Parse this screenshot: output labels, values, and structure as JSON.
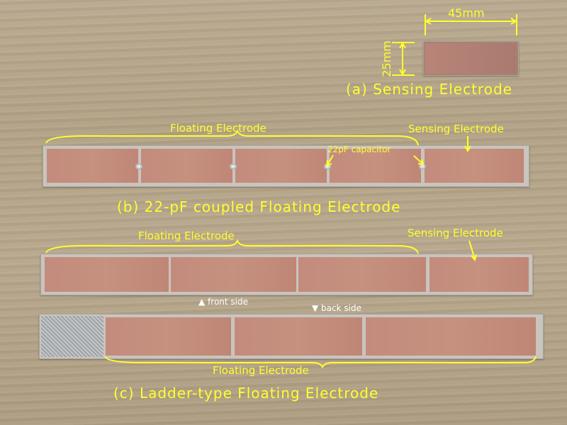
{
  "panel_a": {
    "width_label": "45mm",
    "height_label": "25mm",
    "caption": "(a) Sensing Electrode"
  },
  "panel_b": {
    "floating_label": "Floating Electrode",
    "sensing_label": "Sensing Electrode",
    "capacitor_label": "22pF capacitor",
    "caption": "(b) 22-pF coupled Floating Electrode"
  },
  "panel_c": {
    "floating_label_top": "Floating Electrode",
    "sensing_label": "Sensing Electrode",
    "front_label": "▲ front side",
    "back_label": "▼ back side",
    "floating_label_bottom": "Floating Electrode",
    "caption": "(c) Ladder-type Floating Electrode"
  },
  "colors": {
    "annotation": "#ffff2e",
    "copper": "#c38b7c",
    "wood": "#b5a58a"
  }
}
